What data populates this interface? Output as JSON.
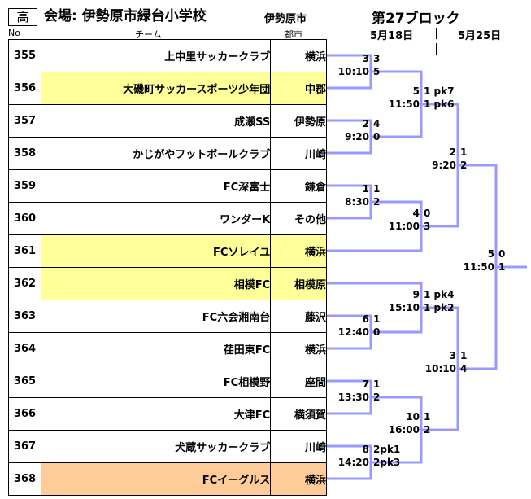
{
  "header": {
    "grade": "高",
    "venue": "会場: 伊勢原市緑台小学校",
    "city": "伊勢原市",
    "block": "第27ブロック",
    "date1": "5月18日",
    "date2": "5月25日"
  },
  "columns": {
    "no": "No",
    "team": "チーム",
    "city": "都市"
  },
  "teams": [
    {
      "no": "355",
      "name": "上中里サッカークラブ",
      "city": "横浜",
      "hl": ""
    },
    {
      "no": "356",
      "name": "大磯町サッカースポーツ少年団",
      "city": "中郡",
      "hl": "yellow"
    },
    {
      "no": "357",
      "name": "成瀬SS",
      "city": "伊勢原",
      "hl": ""
    },
    {
      "no": "358",
      "name": "かじがやフットボールクラブ",
      "city": "川崎",
      "hl": ""
    },
    {
      "no": "359",
      "name": "FC深富士",
      "city": "鎌倉",
      "hl": ""
    },
    {
      "no": "360",
      "name": "ワンダーK",
      "city": "その他",
      "hl": ""
    },
    {
      "no": "361",
      "name": "FCソレイユ",
      "city": "横浜",
      "hl": "yellow"
    },
    {
      "no": "362",
      "name": "相模FC",
      "city": "相模原",
      "hl": "yellow"
    },
    {
      "no": "363",
      "name": "FC六会湘南台",
      "city": "藤沢",
      "hl": ""
    },
    {
      "no": "364",
      "name": "荏田東FC",
      "city": "横浜",
      "hl": ""
    },
    {
      "no": "365",
      "name": "FC相模野",
      "city": "座間",
      "hl": ""
    },
    {
      "no": "366",
      "name": "大津FC",
      "city": "横須賀",
      "hl": ""
    },
    {
      "no": "367",
      "name": "犬蔵サッカークラブ",
      "city": "川崎",
      "hl": ""
    },
    {
      "no": "368",
      "name": "FCイーグルス",
      "city": "横浜",
      "hl": "orange"
    }
  ],
  "bracket_color": "#9999ff",
  "matches": [
    {
      "time": "10:10",
      "top": "3",
      "bot": "3",
      "bot2": "5"
    },
    {
      "time": "9:20",
      "top": "2",
      "bot": "4",
      "bot2": "0"
    },
    {
      "time": "8:30",
      "top": "1",
      "bot": "1",
      "bot2": "2"
    },
    {
      "time": "12:40",
      "top": "6",
      "bot": "1",
      "bot2": "0"
    },
    {
      "time": "13:30",
      "top": "7",
      "bot": "1",
      "bot2": "2"
    },
    {
      "time": "14:20",
      "top": "8",
      "bot": "2pk1",
      "bot2": "2pk3"
    },
    {
      "time": "11:50",
      "top": "5",
      "bot": "1 pk7",
      "bot2": "1 pk6"
    },
    {
      "time": "11:00",
      "top": "4",
      "bot": "0",
      "bot2": "3"
    },
    {
      "time": "15:10",
      "top": "9",
      "bot": "1 pk4",
      "bot2": "1 pk2"
    },
    {
      "time": "16:00",
      "top": "10",
      "bot": "1",
      "bot2": "2"
    },
    {
      "time": "9:20",
      "top": "2",
      "bot": "1",
      "bot2": "2"
    },
    {
      "time": "10:10",
      "top": "3",
      "bot": "1",
      "bot2": "4"
    },
    {
      "time": "11:50",
      "top": "5",
      "bot": "0",
      "bot2": "1"
    }
  ]
}
